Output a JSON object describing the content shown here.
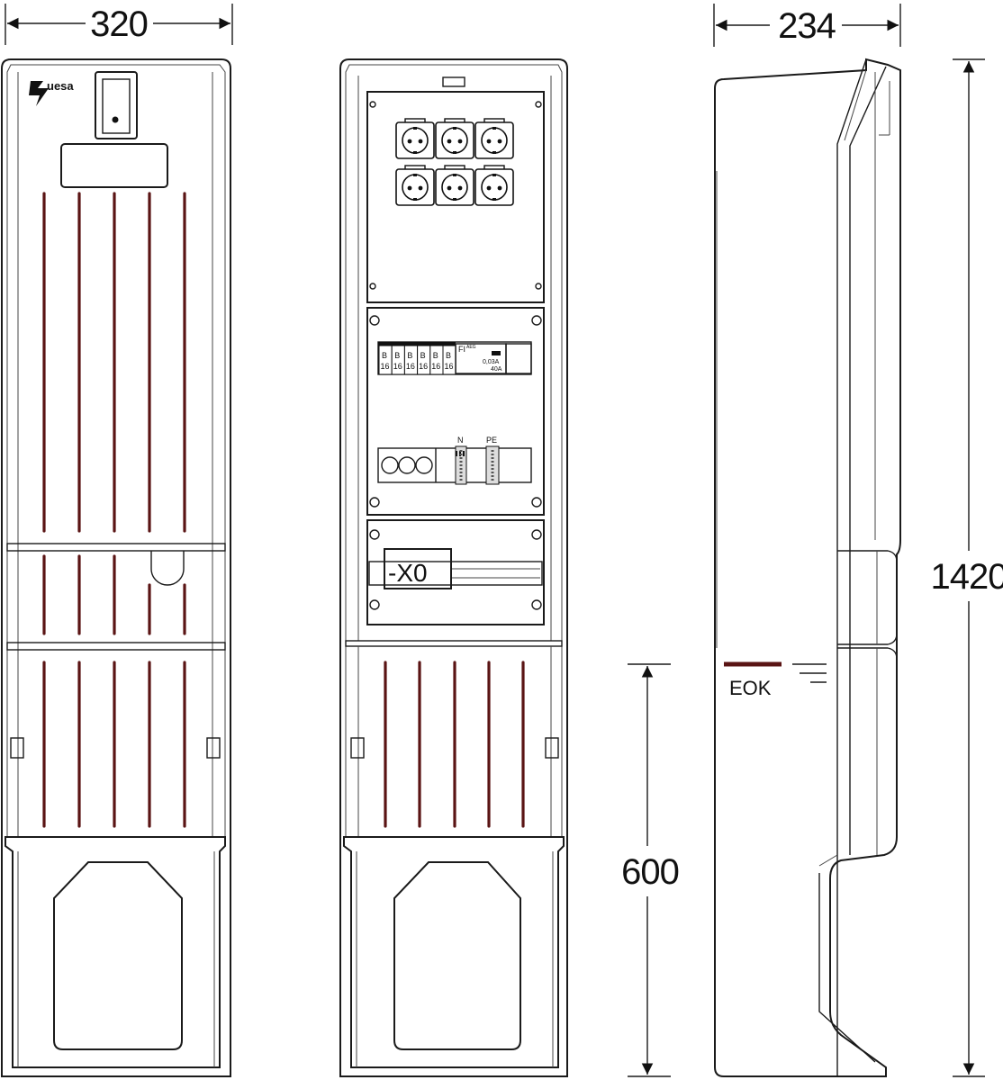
{
  "dimensions": {
    "width_front": "320",
    "depth_side": "234",
    "height_total": "1420",
    "height_buried": "600"
  },
  "labels": {
    "brand": "uesa",
    "ground_level": "EOK",
    "main_switch": "-X0",
    "neutral": "N",
    "protective_earth": "PE",
    "rcd_type": "FI",
    "rcd_maker": "AEG",
    "rcd_sensitivity": "0,03A",
    "rcd_rating": "40A"
  },
  "breakers": [
    {
      "char": "B",
      "amps": "16"
    },
    {
      "char": "B",
      "amps": "16"
    },
    {
      "char": "B",
      "amps": "16"
    },
    {
      "char": "B",
      "amps": "16"
    },
    {
      "char": "B",
      "amps": "16"
    },
    {
      "char": "B",
      "amps": "16"
    }
  ],
  "socket_count": 6,
  "colors": {
    "wire": "#5a1414",
    "line": "#1a1a1a",
    "socket_fill": "#ffffff"
  }
}
